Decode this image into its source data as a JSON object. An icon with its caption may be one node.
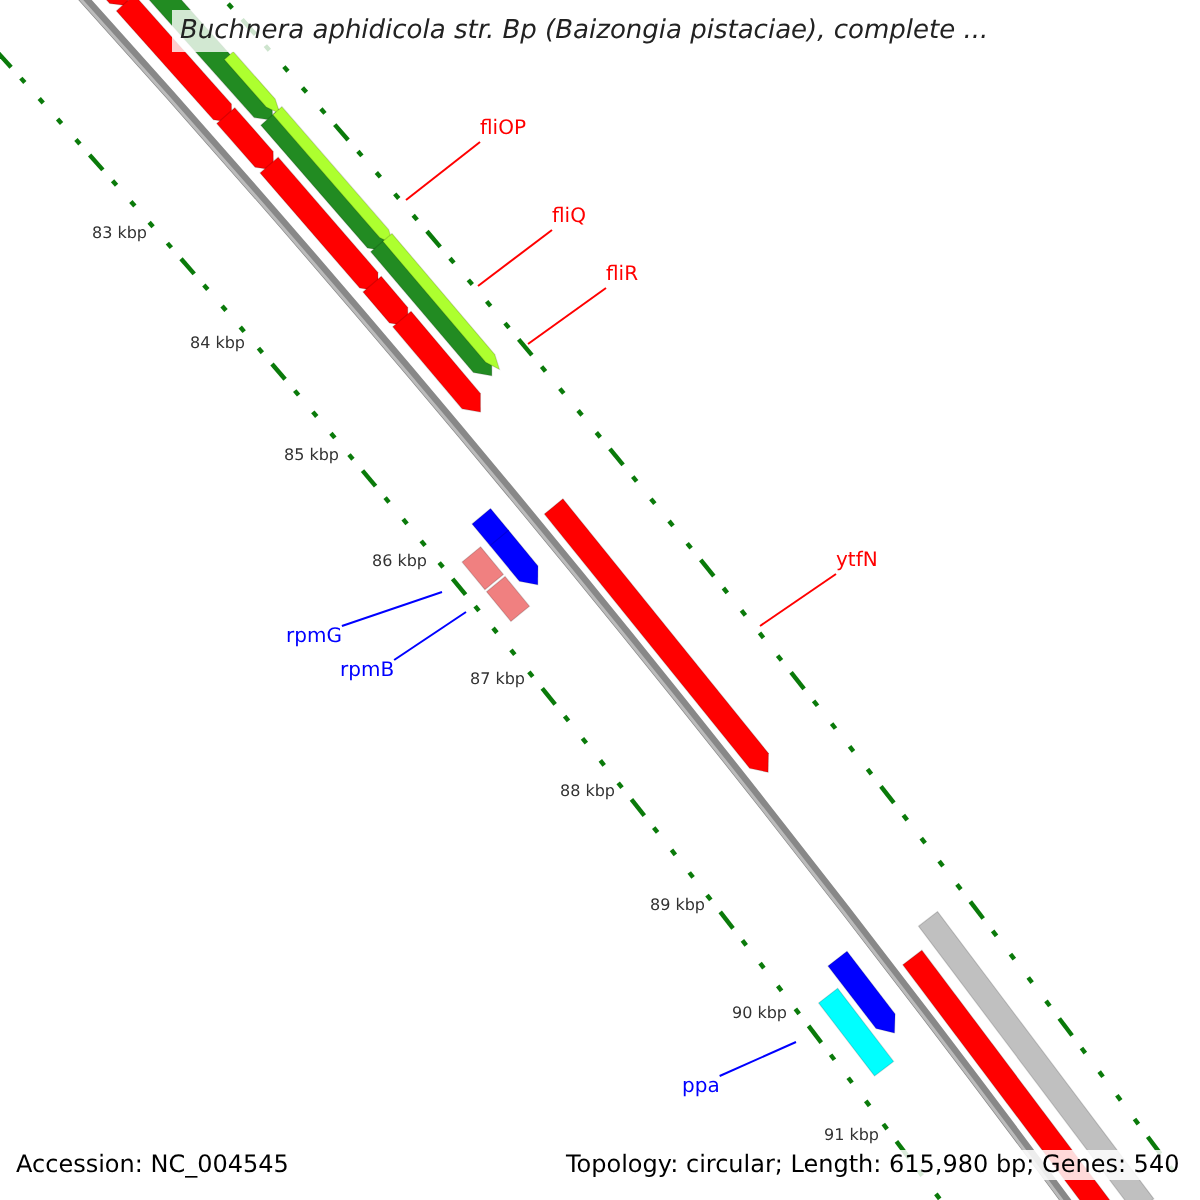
{
  "diagram": {
    "title": "Buchnera aphidicola str. Bp (Baizongia pistaciae), complete ...",
    "nodes": [
      {
        "text": [
          "fliOP"
        ]
      },
      {
        "text": [
          "fliQ"
        ]
      },
      {
        "text": [
          "fliR"
        ]
      },
      {
        "text": [
          "ytfN"
        ]
      },
      {
        "text": [
          "rpmG"
        ]
      },
      {
        "text": [
          "rpmB"
        ]
      },
      {
        "text": [
          "ppa"
        ]
      }
    ],
    "edges": [
      {
        "from": 0,
        "to": null,
        "arrow": "none"
      },
      {
        "from": 1,
        "to": null,
        "arrow": "none"
      },
      {
        "from": 2,
        "to": null,
        "arrow": "none"
      },
      {
        "from": 3,
        "to": null,
        "arrow": "none"
      },
      {
        "from": 4,
        "to": null,
        "arrow": "none",
        "color": "#0000ff"
      },
      {
        "from": 5,
        "to": null,
        "arrow": "none",
        "color": "#0000ff"
      },
      {
        "from": 6,
        "to": null,
        "arrow": "none",
        "color": "#0000ff"
      }
    ],
    "labels": [
      "83 kbp",
      "84 kbp",
      "85 kbp",
      "86 kbp",
      "87 kbp",
      "88 kbp",
      "89 kbp",
      "90 kbp",
      "91 kbp",
      "Accession: NC_004545",
      "Topology: circular; Length: 615,980 bp; Genes: 540"
    ]
  }
}
